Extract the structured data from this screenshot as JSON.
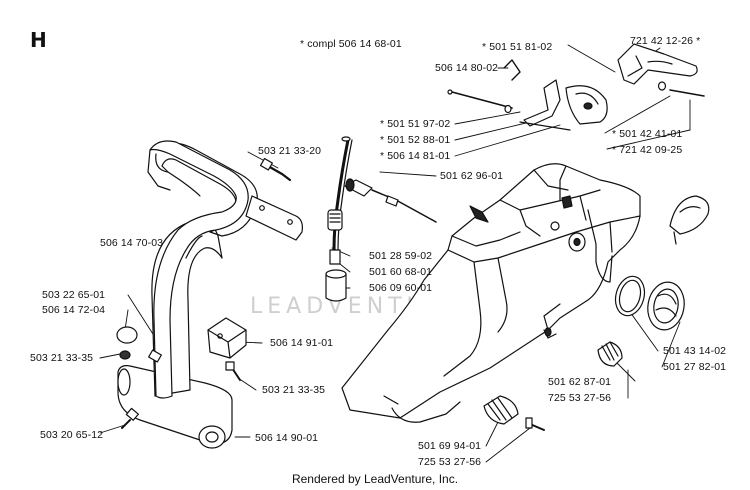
{
  "section_label": "H",
  "watermark": "LEADVENTURE",
  "footer": "Rendered by LeadVenture, Inc.",
  "labels": {
    "compl": "* compl 506 14 68-01",
    "p1": "* 501 51 81-02",
    "p2": "721 42 12-26 *",
    "p3": "506 14 80-02",
    "p4": "* 501 51 97-02",
    "p5": "* 501 52 88-01",
    "p6": "* 506 14 81-01",
    "p7": "* 501 42 41-01",
    "p8": "* 721 42 09-25",
    "p9": "503 21 33-20",
    "p10": "501 62 96-01",
    "p11": "506 14 70-03",
    "p12": "501 28 59-02",
    "p13": "501 60 68-01",
    "p14": "506 09 60-01",
    "p15": "503 22 65-01",
    "p16": "506 14 72-04",
    "p17": "503 21 33-35",
    "p18": "506 14 91-01",
    "p19": "503 21 33-35",
    "p20": "503 20 65-12",
    "p21": "506 14 90-01",
    "p22": "501 43 14-02",
    "p23": "501 27 82-01",
    "p24": "501 62 87-01",
    "p25": "725 53 27-56",
    "p26": "501 69 94-01",
    "p27": "725 53 27-56"
  }
}
